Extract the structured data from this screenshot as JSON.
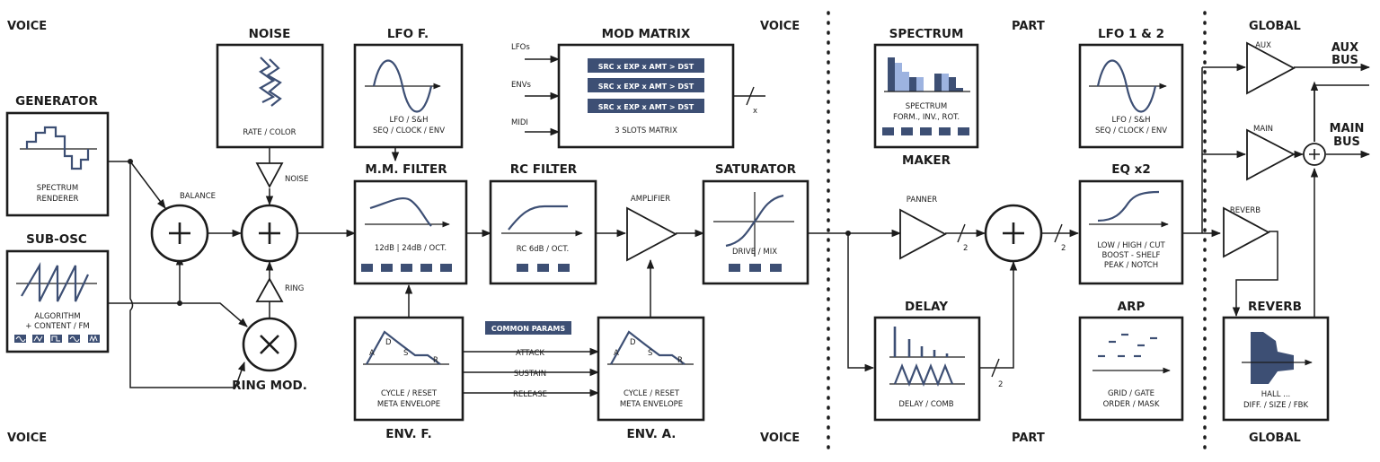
{
  "sections": {
    "voice_tl": "VOICE",
    "voice_tm": "VOICE",
    "voice_bl": "VOICE",
    "voice_bm": "VOICE",
    "part_t": "PART",
    "part_b": "PART",
    "global_t": "GLOBAL",
    "global_b": "GLOBAL"
  },
  "blocks": {
    "generator": {
      "title": "GENERATOR",
      "line1": "SPECTRUM",
      "line2": "RENDERER"
    },
    "sub_osc": {
      "title": "SUB-OSC",
      "line1": "ALGORITHM",
      "line2": "+ CONTENT / FM"
    },
    "noise": {
      "title": "NOISE",
      "line1": "RATE / COLOR"
    },
    "lfo_f": {
      "title": "LFO F.",
      "line1": "LFO / S&H",
      "line2": "SEQ / CLOCK / ENV"
    },
    "mod_matrix": {
      "title": "MOD MATRIX",
      "slot": "SRC x EXP x AMT > DST",
      "footer": "3 SLOTS MATRIX",
      "in1": "LFOs",
      "in2": "ENVs",
      "in3": "MIDI",
      "out": "x"
    },
    "mm_filter": {
      "title": "M.M. FILTER",
      "line1": "12dB | 24dB / OCT."
    },
    "rc_filter": {
      "title": "RC FILTER",
      "line1": "RC 6dB / OCT."
    },
    "saturator": {
      "title": "SATURATOR",
      "line1": "DRIVE / MIX"
    },
    "env_f": {
      "title": "ENV. F.",
      "line1": "CYCLE / RESET",
      "line2": "META ENVELOPE",
      "a": "A",
      "d": "D",
      "s": "S",
      "r": "R"
    },
    "env_a": {
      "title": "ENV. A.",
      "line1": "CYCLE / RESET",
      "line2": "META ENVELOPE",
      "a": "A",
      "d": "D",
      "s": "S",
      "r": "R"
    },
    "spectrum": {
      "title": "SPECTRUM",
      "line1": "SPECTRUM",
      "line2": "FORM., INV., ROT.",
      "footer": "MAKER"
    },
    "delay": {
      "title": "DELAY",
      "line1": "DELAY / COMB"
    },
    "lfo12": {
      "title": "LFO 1 & 2",
      "line1": "LFO / S&H",
      "line2": "SEQ / CLOCK / ENV"
    },
    "eq": {
      "title": "EQ x2",
      "line1": "LOW / HIGH / CUT",
      "line2": "BOOST - SHELF",
      "line3": "PEAK / NOTCH"
    },
    "arp": {
      "title": "ARP",
      "line1": "GRID / GATE",
      "line2": "ORDER / MASK"
    },
    "reverb": {
      "title": "REVERB",
      "line1": "HALL ...",
      "line2": "DIFF. / SIZE / FBK"
    }
  },
  "labels": {
    "balance": "BALANCE",
    "noise_amp": "NOISE",
    "ring": "RING",
    "ring_mod": "RING MOD.",
    "amplifier": "AMPLIFIER",
    "panner": "PANNER",
    "common_params": "COMMON PARAMS",
    "attack": "ATTACK",
    "sustain": "SUSTAIN",
    "release": "RELEASE",
    "aux": "AUX",
    "main": "MAIN",
    "reverb_send": "REVERB",
    "aux_bus_1": "AUX",
    "aux_bus_2": "BUS",
    "main_bus_1": "MAIN",
    "main_bus_2": "BUS",
    "two_a": "2",
    "two_b": "2",
    "two_c": "2"
  },
  "colors": {
    "accent": "#3d4f74",
    "accent_light": "#9db3e0",
    "ink": "#1c1c1c"
  }
}
